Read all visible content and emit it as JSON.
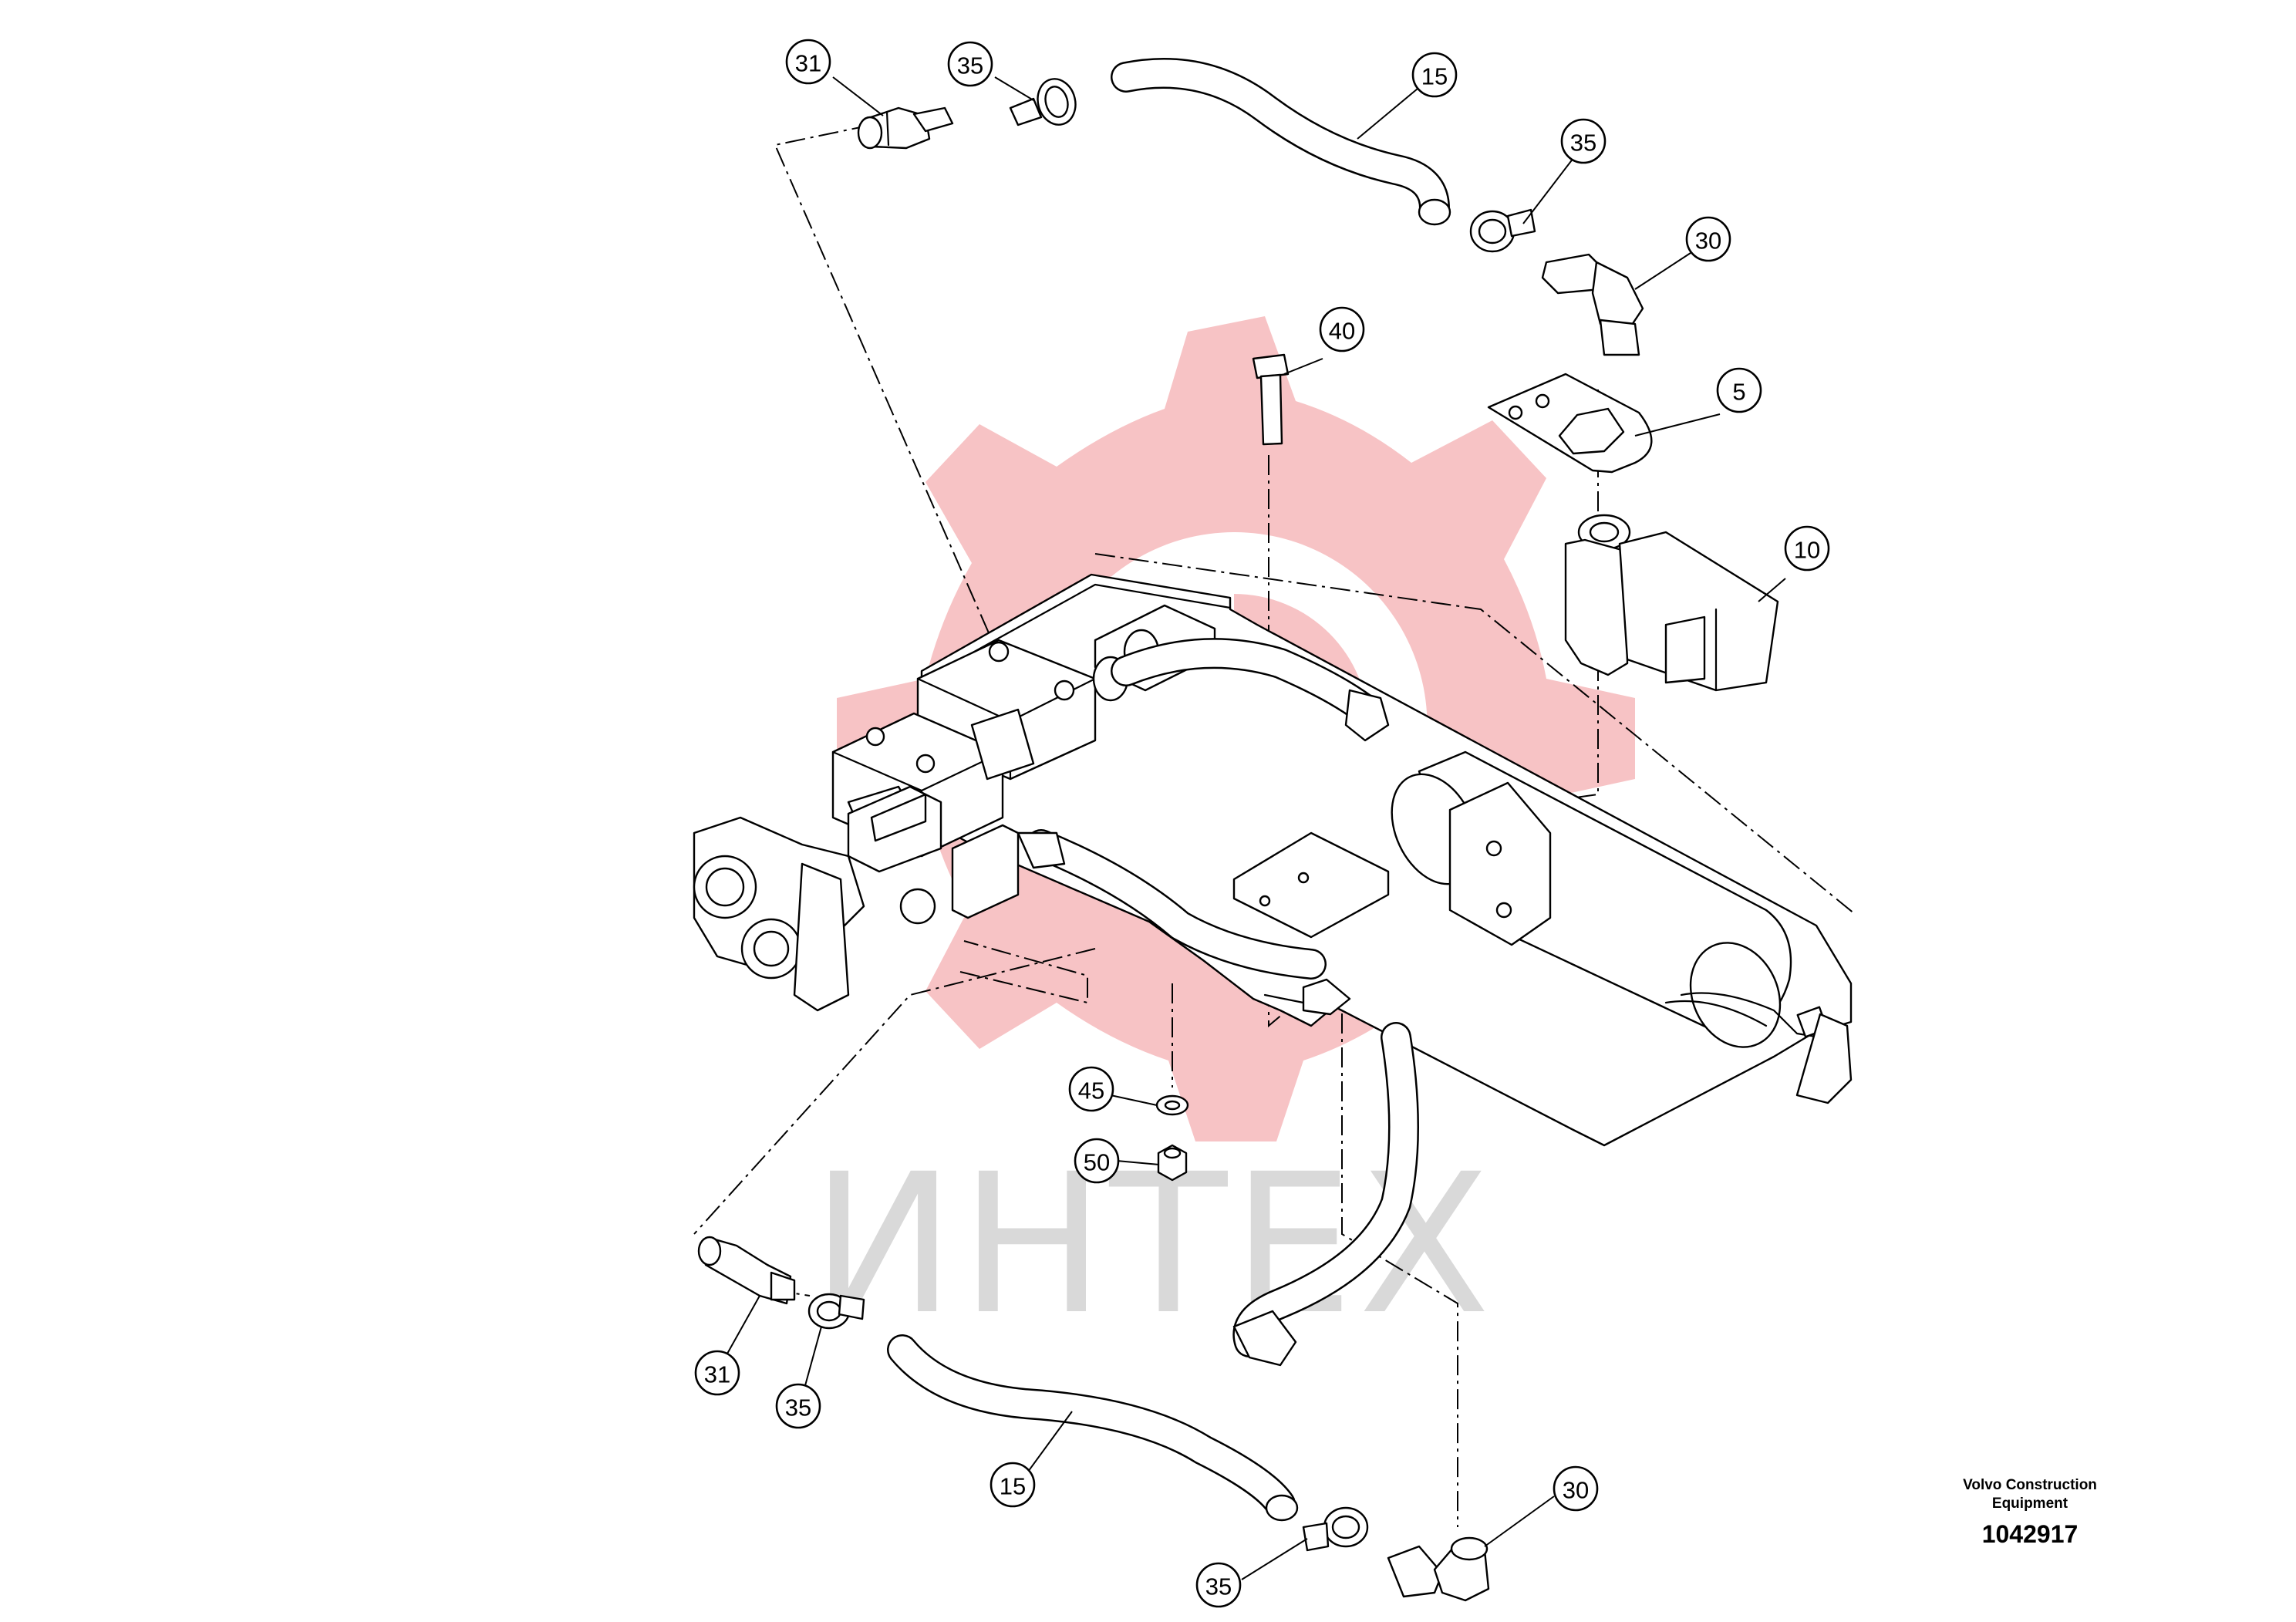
{
  "watermark": {
    "text": "ИНТЕХ",
    "gear_color": "#f7c3c5",
    "text_color": "#d9d9d9"
  },
  "title_block": {
    "maker": [
      "Volvo Construction",
      "Equipment"
    ],
    "drawing_number": "1042917"
  },
  "callouts": [
    {
      "id": "c31-top",
      "label": "31"
    },
    {
      "id": "c35-top-left",
      "label": "35"
    },
    {
      "id": "c15-top",
      "label": "15"
    },
    {
      "id": "c35-top-right",
      "label": "35"
    },
    {
      "id": "c30-top",
      "label": "30"
    },
    {
      "id": "c40",
      "label": "40"
    },
    {
      "id": "c5",
      "label": "5"
    },
    {
      "id": "c10",
      "label": "10"
    },
    {
      "id": "c45",
      "label": "45"
    },
    {
      "id": "c50",
      "label": "50"
    },
    {
      "id": "c31-bottom",
      "label": "31"
    },
    {
      "id": "c35-bottom-left",
      "label": "35"
    },
    {
      "id": "c15-bottom",
      "label": "15"
    },
    {
      "id": "c30-bottom",
      "label": "30"
    },
    {
      "id": "c35-bottom",
      "label": "35"
    }
  ]
}
